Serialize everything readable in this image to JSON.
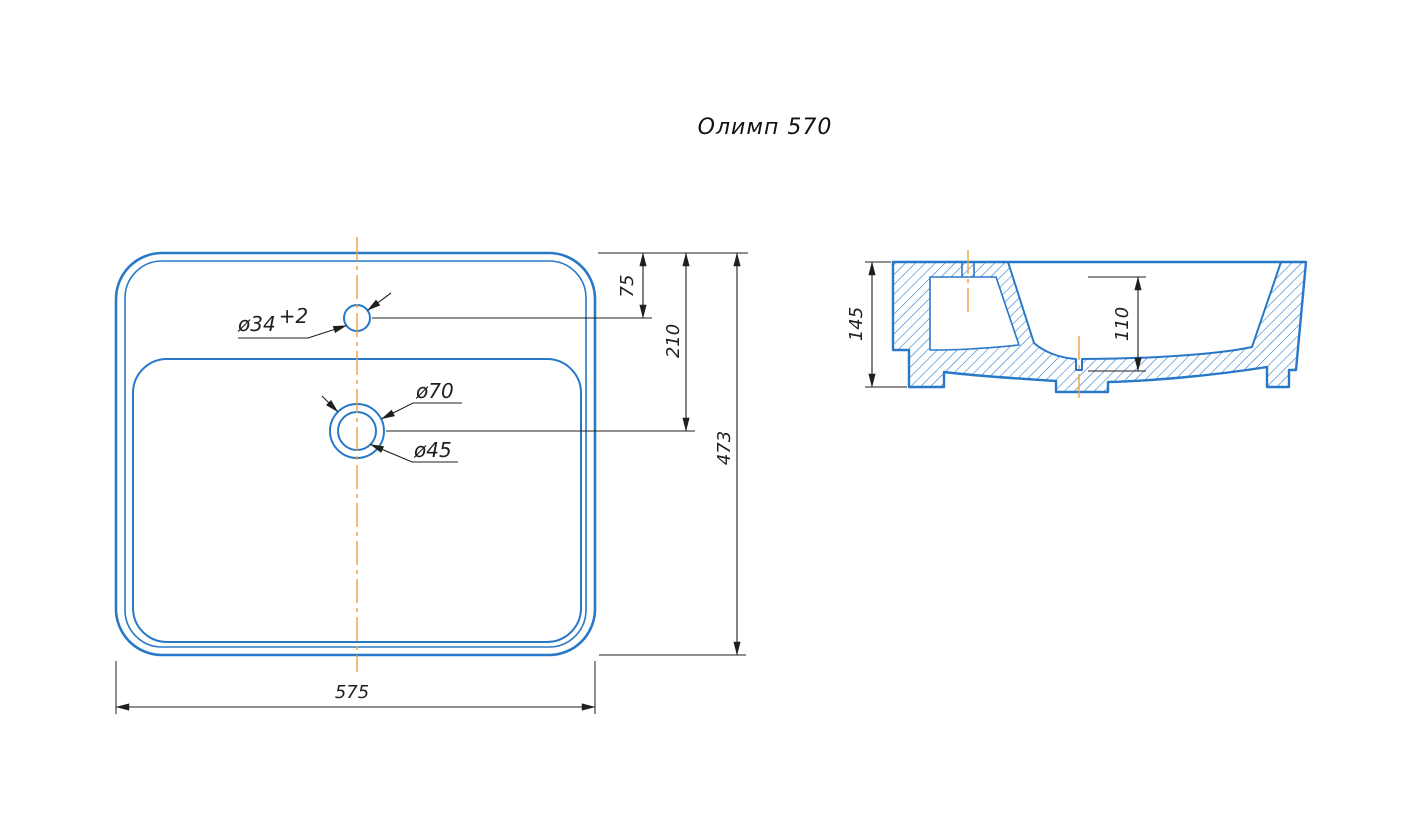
{
  "title": "Олимп 570",
  "colors": {
    "background": "#ffffff",
    "outline_blue": "#2878c8",
    "dimension_black": "#1f1f1f",
    "centerline_orange": "#eda13f"
  },
  "top_view": {
    "dimensions": {
      "width": "575",
      "height": "473",
      "faucet_center_from_top": "75",
      "drain_center_from_top": "210"
    },
    "labels": {
      "faucet_hole_diameter": "ø34",
      "faucet_hole_tolerance": "+2",
      "drain_outer_diameter": "ø70",
      "drain_inner_diameter": "ø45"
    }
  },
  "section_view": {
    "dimensions": {
      "overall_height": "145",
      "bowl_depth": "110"
    }
  }
}
